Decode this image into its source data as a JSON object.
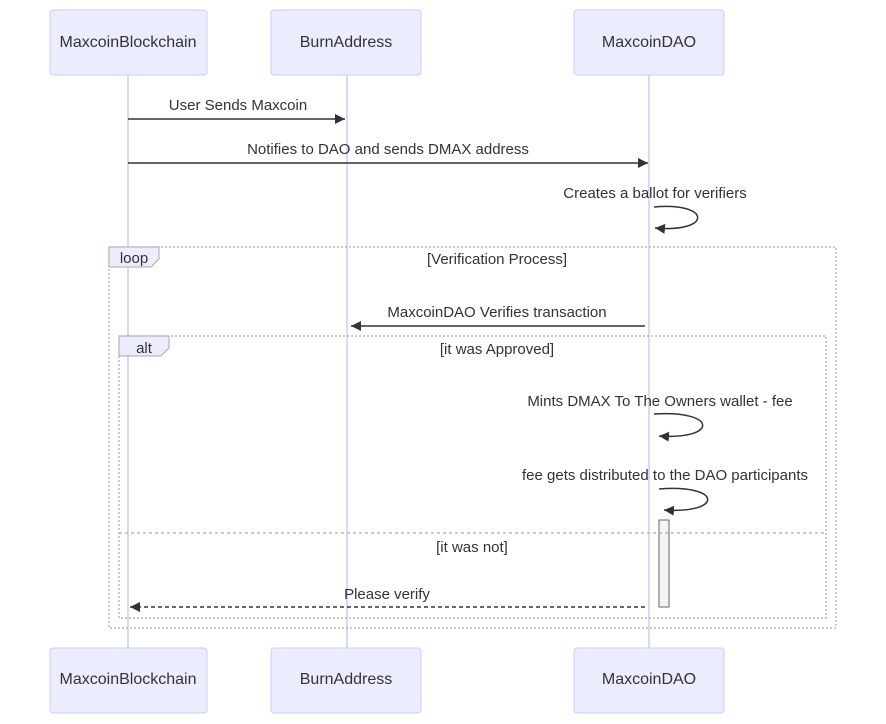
{
  "actors": [
    {
      "id": "blockchain",
      "label": "MaxcoinBlockchain"
    },
    {
      "id": "burn",
      "label": "BurnAddress"
    },
    {
      "id": "dao",
      "label": "MaxcoinDAO"
    }
  ],
  "messages": [
    {
      "from": "blockchain",
      "to": "burn",
      "label": "User Sends Maxcoin",
      "style": "solid"
    },
    {
      "from": "blockchain",
      "to": "dao",
      "label": "Notifies to DAO and sends DMAX address",
      "style": "solid"
    },
    {
      "from": "dao",
      "to": "dao",
      "label": "Creates a ballot for verifiers",
      "style": "self"
    },
    {
      "from": "dao",
      "to": "burn",
      "label": "MaxcoinDAO Verifies transaction",
      "style": "solid"
    },
    {
      "from": "dao",
      "to": "dao",
      "label": "Mints DMAX To The Owners wallet - fee",
      "style": "self"
    },
    {
      "from": "dao",
      "to": "dao",
      "label": "fee gets distributed to the DAO participants",
      "style": "self"
    },
    {
      "from": "dao",
      "to": "blockchain",
      "label": "Please verify",
      "style": "dashed"
    }
  ],
  "loop": {
    "tag": "loop",
    "condition": "[Verification Process]"
  },
  "alt": {
    "tag": "alt",
    "condition": "[it was Approved]",
    "else_condition": "[it was not]"
  },
  "colors": {
    "actor_fill": "#ECECFF",
    "actor_stroke": "#CCCCFF",
    "lifeline": "#CCCCFF",
    "text": "#333333",
    "frame": "#AAAAAA"
  }
}
